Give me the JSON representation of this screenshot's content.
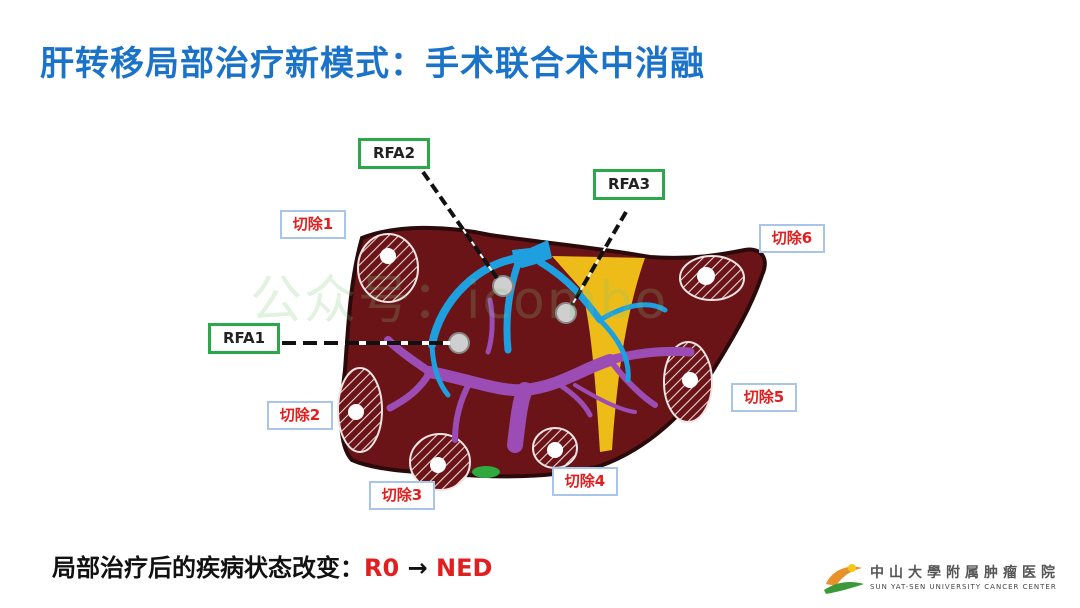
{
  "title": "肝转移局部治疗新模式：手术联合术中消融",
  "watermark": "公众号：icombo",
  "rfa_labels": [
    "RFA1",
    "RFA2",
    "RFA3"
  ],
  "resection_labels": [
    "切除1",
    "切除2",
    "切除3",
    "切除4",
    "切除5",
    "切除6"
  ],
  "summary": {
    "prefix": "局部治疗后的疾病状态改变：",
    "from": "R0",
    "arrow": "→",
    "to": "NED"
  },
  "logo": {
    "chinese": "中山大學附属肿瘤医院",
    "english": "SUN YAT-SEN UNIVERSITY CANCER CENTER"
  },
  "colors": {
    "title": "#1a73c8",
    "liver": "#6b1418",
    "portal_vein": "#9b4db5",
    "hepatic_vein": "#1e9fe0",
    "gallbladder_line": "#f5c518",
    "gallbladder_spot": "#2eaa3e",
    "rfa_border": "#2aa84a",
    "resection_text": "#e02020",
    "resection_border": "#a9c5e8"
  }
}
